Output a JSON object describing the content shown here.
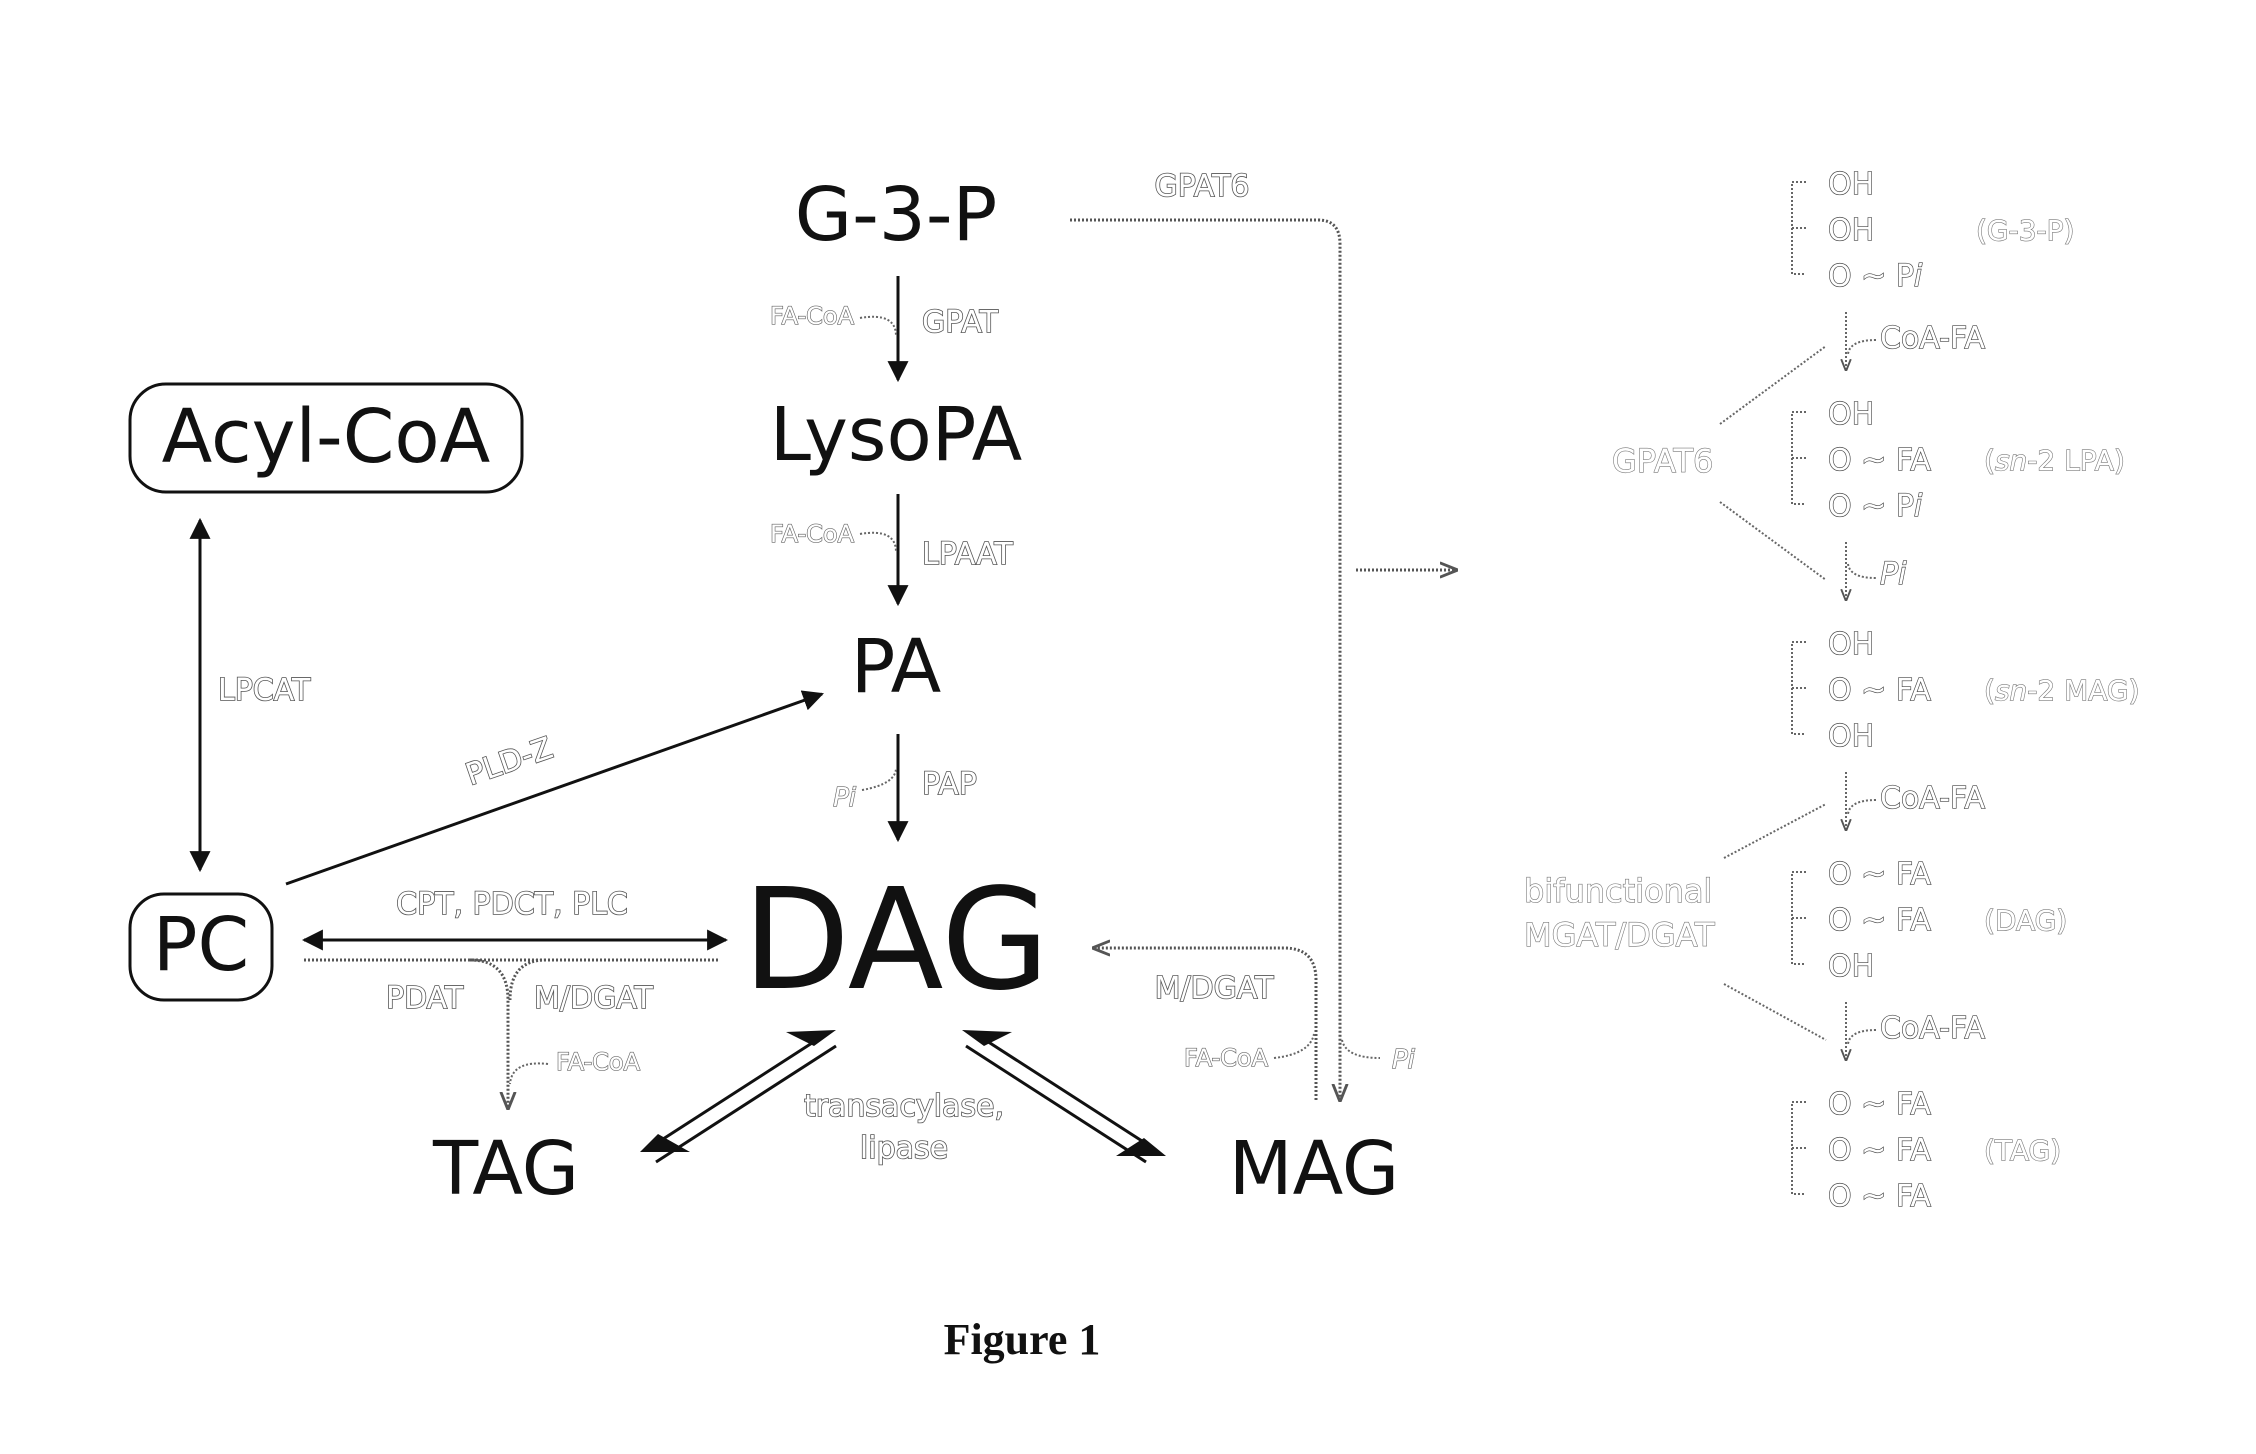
{
  "nodes": {
    "g3p": "G-3-P",
    "lysopa": "LysoPA",
    "pa": "PA",
    "dag": "DAG",
    "tag": "TAG",
    "mag": "MAG",
    "acyl_coa": "Acyl-CoA",
    "pc": "PC"
  },
  "enzymes": {
    "gpat6_top": "GPAT6",
    "gpat": "GPAT",
    "lpaat": "LPAAT",
    "pap": "PAP",
    "lpcat": "LPCAT",
    "pld_z": "PLD-Z",
    "cpt_pdct_plc": "CPT, PDCT, PLC",
    "pdat": "PDAT",
    "mdgat_left": "M/DGAT",
    "mdgat_right": "M/DGAT",
    "transacylase": "transacylase,",
    "lipase": "lipase"
  },
  "cofactors": {
    "fa_coa_1": "FA-CoA",
    "fa_coa_2": "FA-CoA",
    "pi_pap": "Pi",
    "fa_coa_tag": "FA-CoA",
    "fa_coa_mag": "FA-CoA",
    "pi_mag": "Pi"
  },
  "detail": {
    "g3p": {
      "groups": [
        "OH",
        "OH",
        "O ~ P"
      ],
      "pi_suffix": "i",
      "label": "(G-3-P)"
    },
    "step1_cofactor": "CoA-FA",
    "enzyme_gpat6": "GPAT6",
    "lpa": {
      "groups": [
        "OH",
        "O ~ FA",
        "O ~ P"
      ],
      "pi_suffix": "i",
      "label_prefix": "sn",
      "label_rest": "-2 LPA"
    },
    "step2_cofactor": "P",
    "step2_cofactor_suffix": "i",
    "mag": {
      "groups": [
        "OH",
        "O ~ FA",
        "OH"
      ],
      "label_prefix": "sn",
      "label_rest": "-2 MAG"
    },
    "step3_cofactor": "CoA-FA",
    "enzyme_bifunctional_1": "bifunctional",
    "enzyme_bifunctional_2": "MGAT/DGAT",
    "dag": {
      "groups": [
        "O ~ FA",
        "O ~ FA",
        "OH"
      ],
      "label": "(DAG)"
    },
    "step4_cofactor": "CoA-FA",
    "tag": {
      "groups": [
        "O ~ FA",
        "O ~ FA",
        "O ~ FA"
      ],
      "label": "(TAG)"
    }
  },
  "caption": "Figure 1"
}
